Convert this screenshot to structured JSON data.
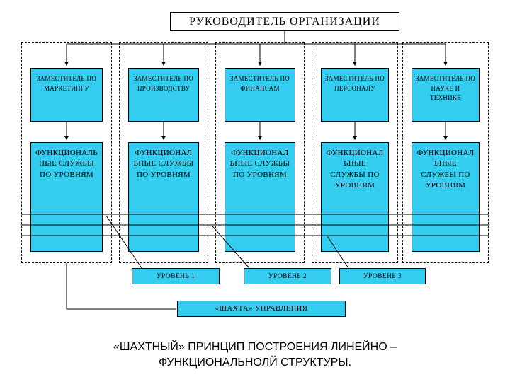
{
  "diagram": {
    "title": "РУКОВОДИТЕЛЬ ОРГАНИЗАЦИИ",
    "columns": [
      {
        "deputy": "ЗАМЕСТИТЕЛЬ ПО МАРКЕТИНГУ",
        "functional": "ФУНКЦИОНАЛЬНЫЕ СЛУЖБЫ ПО УРОВНЯМ"
      },
      {
        "deputy": "ЗАМЕСТИТЕЛЬ ПО ПРОИЗВОДСТВУ",
        "functional": "ФУНКЦИОНАЛЬНЫЕ СЛУЖБЫ ПО УРОВНЯМ"
      },
      {
        "deputy": "ЗАМЕСТИТЕЛЬ ПО ФИНАНСАМ",
        "functional": "ФУНКЦИОНАЛЬНЫЕ СЛУЖБЫ ПО УРОВНЯМ"
      },
      {
        "deputy": "ЗАМЕСТИТЕЛЬ ПО ПЕРСОНАЛУ",
        "functional": "ФУНКЦИОНАЛЬНЫЕ СЛУЖБЫ ПО УРОВНЯМ"
      },
      {
        "deputy": "ЗАМЕСТИТЕЛЬ ПО НАУКЕ И ТЕХНИКЕ",
        "functional": "ФУНКЦИОНАЛЬНЫЕ СЛУЖБЫ ПО УРОВНЯМ"
      }
    ],
    "levels": [
      "УРОВЕНЬ 1",
      "УРОВЕНЬ 2",
      "УРОВЕНЬ 3"
    ],
    "shaft_label": "«ШАХТА» УПРАВЛЕНИЯ",
    "caption": [
      "«ШАХТНЫЙ» ПРИНЦИП ПОСТРОЕНИЯ ЛИНЕЙНО –",
      "ФУНКЦИОНАЛЬНОЛЙ СТРУКТУРЫ."
    ],
    "colors": {
      "box_fill": "#35CDEF",
      "line": "#000000",
      "background": "#FFFFFF"
    }
  }
}
